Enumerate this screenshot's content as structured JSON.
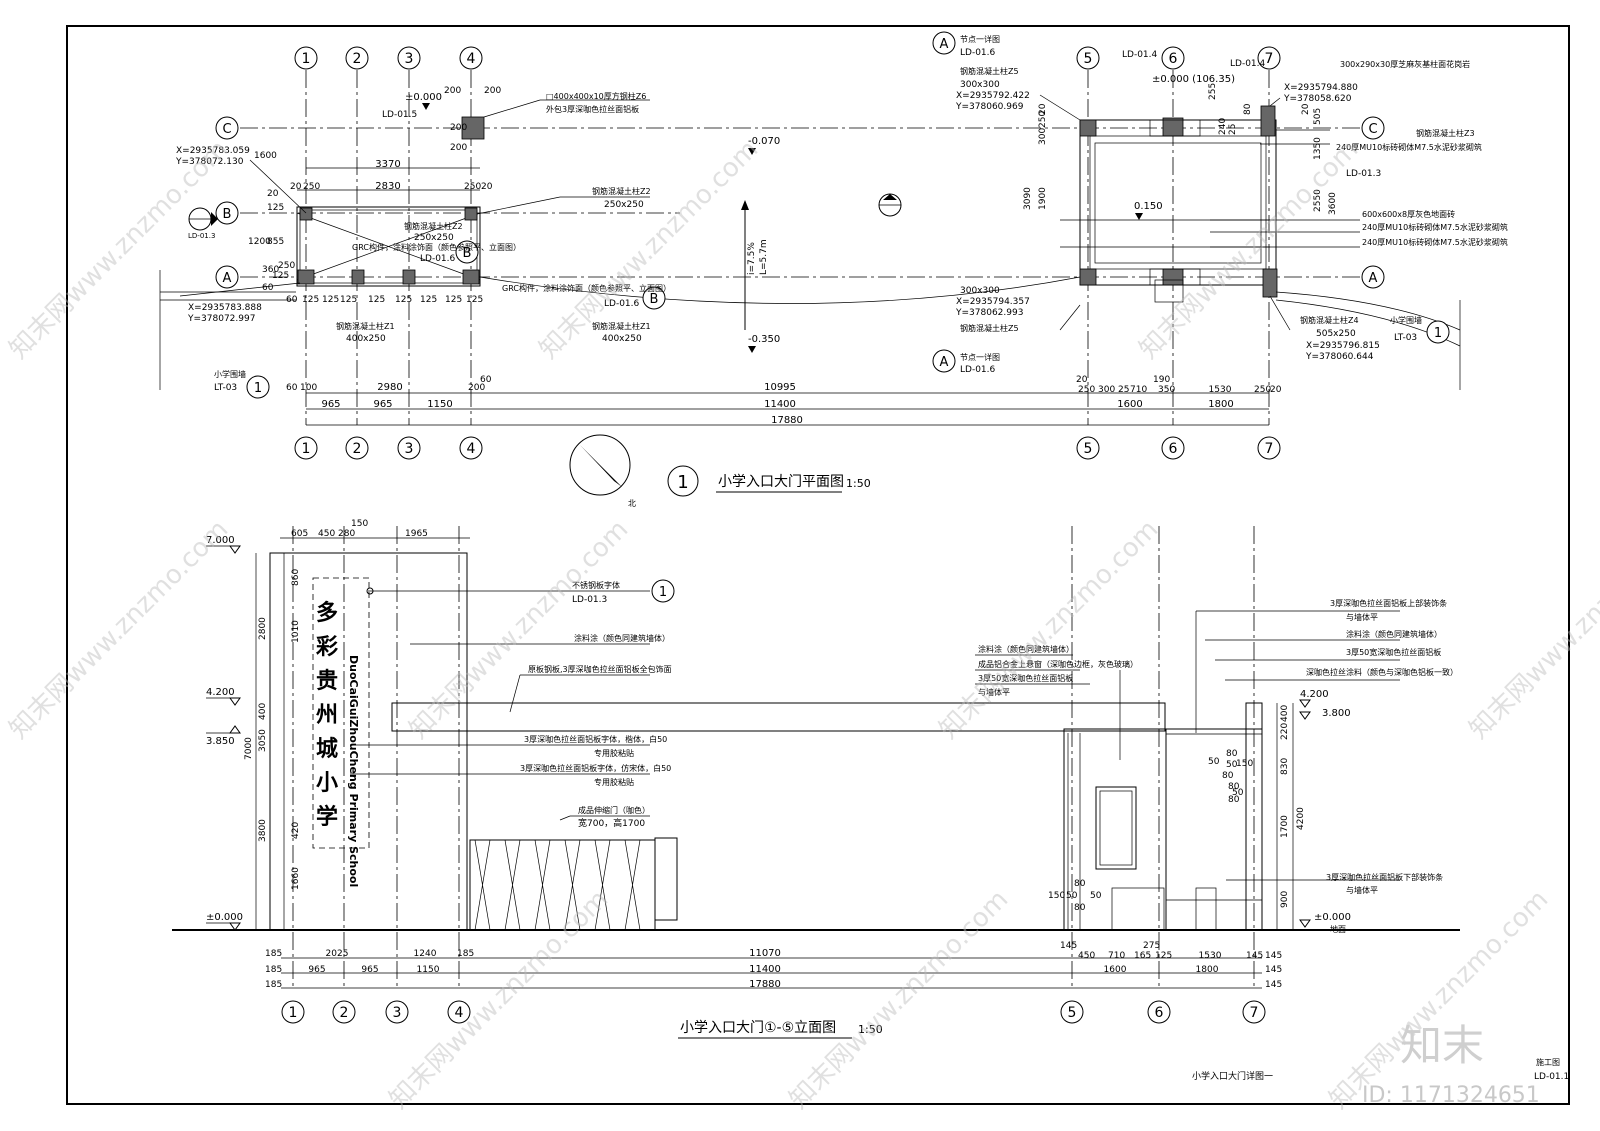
{
  "plan": {
    "title_no": "1",
    "title": "小学入口大门平面图",
    "scale": "1:50",
    "north": "北",
    "axes": [
      "1",
      "2",
      "3",
      "4",
      "5",
      "6",
      "7"
    ],
    "row_axes": [
      "C",
      "B",
      "A"
    ],
    "elevations": [
      "±0.000",
      "-0.070",
      "0.150",
      "-0.350",
      "±0.000 (106.35)"
    ],
    "slope": [
      "i=7.5%",
      "L=5.7m"
    ],
    "dims_bottom_1": [
      "60",
      "100",
      "2980",
      "200",
      "60",
      "10995",
      "20",
      "250",
      "300",
      "710",
      "25",
      "190",
      "350",
      "1530",
      "250",
      "20"
    ],
    "dims_bottom_2": [
      "965",
      "965",
      "1150",
      "11400",
      "1600",
      "1800"
    ],
    "dims_bottom_total": "17880",
    "dims_top": [
      "3370",
      "2830",
      "20",
      "250",
      "250",
      "20",
      "200",
      "200",
      "200",
      "200"
    ],
    "dims_left": [
      "1600",
      "20",
      "125",
      "1200",
      "855",
      "360",
      "60",
      "125",
      "250"
    ],
    "dims_right": [
      "3090",
      "1900",
      "300",
      "250",
      "20",
      "3600",
      "2550",
      "1350",
      "505",
      "20",
      "255",
      "240",
      "25",
      "80"
    ],
    "dims_col_base": [
      "60",
      "125",
      "125",
      "125",
      "125",
      "125",
      "125",
      "125",
      "125"
    ],
    "coords": [
      "X=2935783.059",
      "Y=378072.130",
      "X=2935783.888",
      "Y=378072.997",
      "X=2935792.422",
      "Y=378060.969",
      "X=2935794.357",
      "Y=378062.993",
      "X=2935794.880",
      "Y=378058.620",
      "X=2935796.815",
      "Y=378060.644"
    ],
    "notes": {
      "z6": "□400x400x10厚方钢柱Z6",
      "z6b": "外包3厚深咖色拉丝面铝板",
      "z2a": "钢筋混凝土柱Z2",
      "z2b": "250x250",
      "z2c": "钢筋混凝土柱Z2",
      "z2d": "250x250",
      "grc1": "GRC构件，涂料涂饰面（颜色参照平、立面图）",
      "grc2": "GRC构件，涂料涂饰面（颜色参照平、立面图）",
      "ld016a": "LD-01.6",
      "ld016b": "LD-01.6",
      "z1a": "钢筋混凝土柱Z1",
      "z1a_s": "400x250",
      "z1b": "钢筋混凝土柱Z1",
      "z1b_s": "400x250",
      "wall": "小学围墙",
      "lt03": "LT-03",
      "ld015": "LD-01.5",
      "ld014a": "LD-01.4",
      "ld014b": "LD-01.4",
      "ld013a": "LD-01.3",
      "ld013b": "LD-01.3",
      "node": "节点一详图",
      "node2": "节点一详图",
      "ld016c": "LD-01.6",
      "ld016d": "LD-01.6",
      "z5a": "钢筋混凝土柱Z5",
      "z5a_s": "300x300",
      "z5b": "钢筋混凝土柱Z5",
      "z5b_s": "300x300",
      "z3": "钢筋混凝土柱Z3",
      "z4": "钢筋混凝土柱Z4",
      "z4_s": "505x250",
      "cap": "300x290x30厚芝麻灰基柱面花岗岩",
      "wall1": "240厚MU10标砖砌体M7.5水泥砂浆砌筑",
      "tile": "600x600x8厚灰色地面砖",
      "wall2": "240厚MU10标砖砌体M7.5水泥砂浆砌筑",
      "wall3": "240厚MU10标砖砌体M7.5水泥砂浆砌筑",
      "wall4": "小学围墙",
      "lt03b": "LT-03"
    }
  },
  "elevation": {
    "title": "小学入口大门①-⑤立面图",
    "scale": "1:50",
    "levels": [
      "7.000",
      "4.200",
      "3.850",
      "±0.000",
      "4.200",
      "3.800",
      "±0.000"
    ],
    "floor": "地面",
    "sign_cn": [
      "多",
      "彩",
      "贵",
      "州",
      "城",
      "小",
      "学"
    ],
    "sign_en": "DuoCaiGuiZhouCheng Primary School",
    "dims_top": [
      "605",
      "450",
      "280",
      "150",
      "1965"
    ],
    "dims_left": [
      "2800",
      "7000",
      "400",
      "3050",
      "3800",
      "860",
      "1010",
      "420",
      "1660"
    ],
    "dims_right": [
      "220",
      "400",
      "830",
      "4200",
      "1700",
      "900",
      "80",
      "50",
      "80"
    ],
    "dims_right2": [
      "50",
      "150",
      "80",
      "50",
      "80"
    ],
    "dims_mid": [
      "150",
      "50",
      "80",
      "50",
      "80"
    ],
    "dims_bottom_1": [
      "185",
      "2025",
      "1240",
      "185",
      "11070",
      "145",
      "450",
      "710",
      "275",
      "165",
      "125",
      "1530",
      "145",
      "145"
    ],
    "dims_bottom_2": [
      "185",
      "965",
      "965",
      "1150",
      "11400",
      "1600",
      "1800",
      "145"
    ],
    "dims_bottom_total_l": "185",
    "dims_bottom_total": "17880",
    "dims_bottom_total_r": "145",
    "axes": [
      "1",
      "2",
      "3",
      "4",
      "5",
      "6",
      "7"
    ],
    "notes": {
      "n1": "不锈钢板字体",
      "n1_ref": "LD-01.3",
      "n2": "涂料涂（颜色同建筑墙体）",
      "n3": "原板钢板,3厚深咖色拉丝面铝板全包饰面",
      "n4": "3厚深咖色拉丝面铝板字体，楷体，白50",
      "n4b": "专用胶粘贴",
      "n5": "3厚深咖色拉丝面铝板字体，仿宋体，白50",
      "n5b": "专用胶粘贴",
      "n6": "成品伸缩门（咖色）",
      "n6b": "宽700，高1700",
      "r1": "涂料涂（颜色同建筑墙体）",
      "r2": "成品铝合金上悬窗（深咖色边框，灰色玻璃）",
      "r3": "3厚50宽深咖色拉丝面铝板",
      "r3b": "与墙体平",
      "r4": "3厚深咖色拉丝面铝板上部装饰条",
      "r4b": "与墙体平",
      "r5": "涂料涂（颜色同建筑墙体）",
      "r6": "3厚50宽深咖色拉丝面铝板",
      "r7": "深咖色拉丝涂料（颜色与深咖色铝板一致）",
      "r8": "3厚深咖色拉丝面铝板下部装饰条",
      "r8b": "与墙体平"
    }
  },
  "sheet": {
    "name": "小学入口大门详图一",
    "stage": "施工图",
    "number": "LD-01.1",
    "logo": "知末",
    "id_text": "ID: 1171324651",
    "watermark": "知末网www.znzmo.com"
  }
}
